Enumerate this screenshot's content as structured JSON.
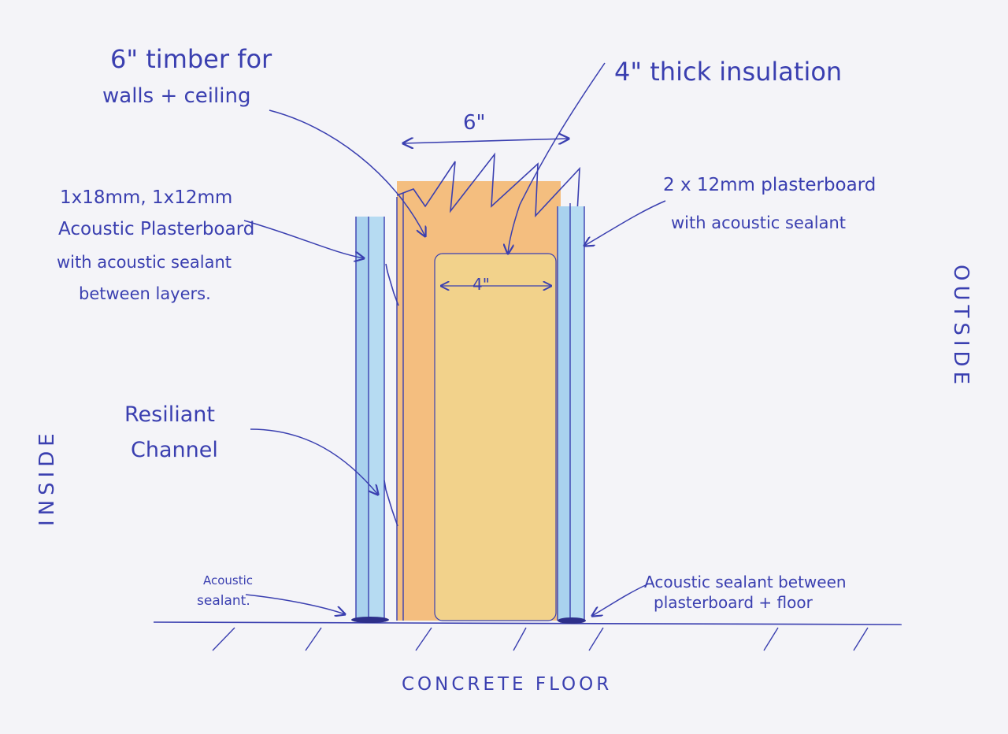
{
  "labels": {
    "timber_l1": "6\" timber for",
    "timber_l2": "walls + ceiling",
    "insulation": "4\" thick insulation",
    "dim_6": "6\"",
    "dim_4": "4\"",
    "acoustic_l1": "1x18mm, 1x12mm",
    "acoustic_l2": "Acoustic Plasterboard",
    "acoustic_l3": "with acoustic sealant",
    "acoustic_l4": "between layers.",
    "plaster_l1": "2 x 12mm plasterboard",
    "plaster_l2": "with acoustic sealant",
    "inside": "INSIDE",
    "outside": "OUTSIDE",
    "resilient_l1": "Resiliant",
    "resilient_l2": "Channel",
    "sealant_l_l1": "Acoustic",
    "sealant_l_l2": "sealant.",
    "sealant_r_l1": "Acoustic sealant between",
    "sealant_r_l2": "plasterboard + floor",
    "floor": "CONCRETE FLOOR"
  },
  "colors": {
    "ink": "#3a3fb0",
    "plasterboard": "#a9d2ee",
    "timber": "#f3b46a",
    "insulation": "#f2d28b"
  }
}
